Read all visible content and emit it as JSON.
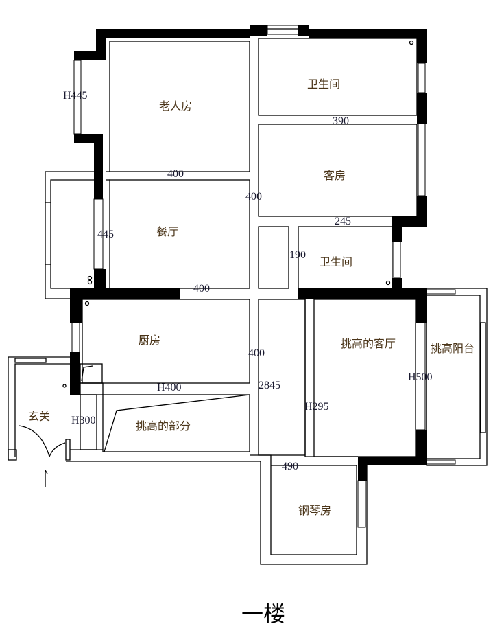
{
  "title": "一楼",
  "rooms": {
    "elder_room": "老人房",
    "bathroom_top": "卫生间",
    "guest_room": "客房",
    "dining": "餐厅",
    "bathroom_small": "卫生间",
    "kitchen": "厨房",
    "living_high": "挑高的客厅",
    "balcony_high": "挑高阳台",
    "entrance": "玄关",
    "high_part": "挑高的部分",
    "piano_room": "钢琴房"
  },
  "dimensions": {
    "h445_top": "H445",
    "d390": "390",
    "d400_a": "400",
    "d400_b": "400",
    "d445": "445",
    "d245": "245",
    "d190": "190",
    "d400_c": "400",
    "d400_d": "400",
    "h400": "H400",
    "d2845": "2845",
    "h500": "H500",
    "h300": "H300",
    "h295": "H295",
    "d490": "490"
  }
}
